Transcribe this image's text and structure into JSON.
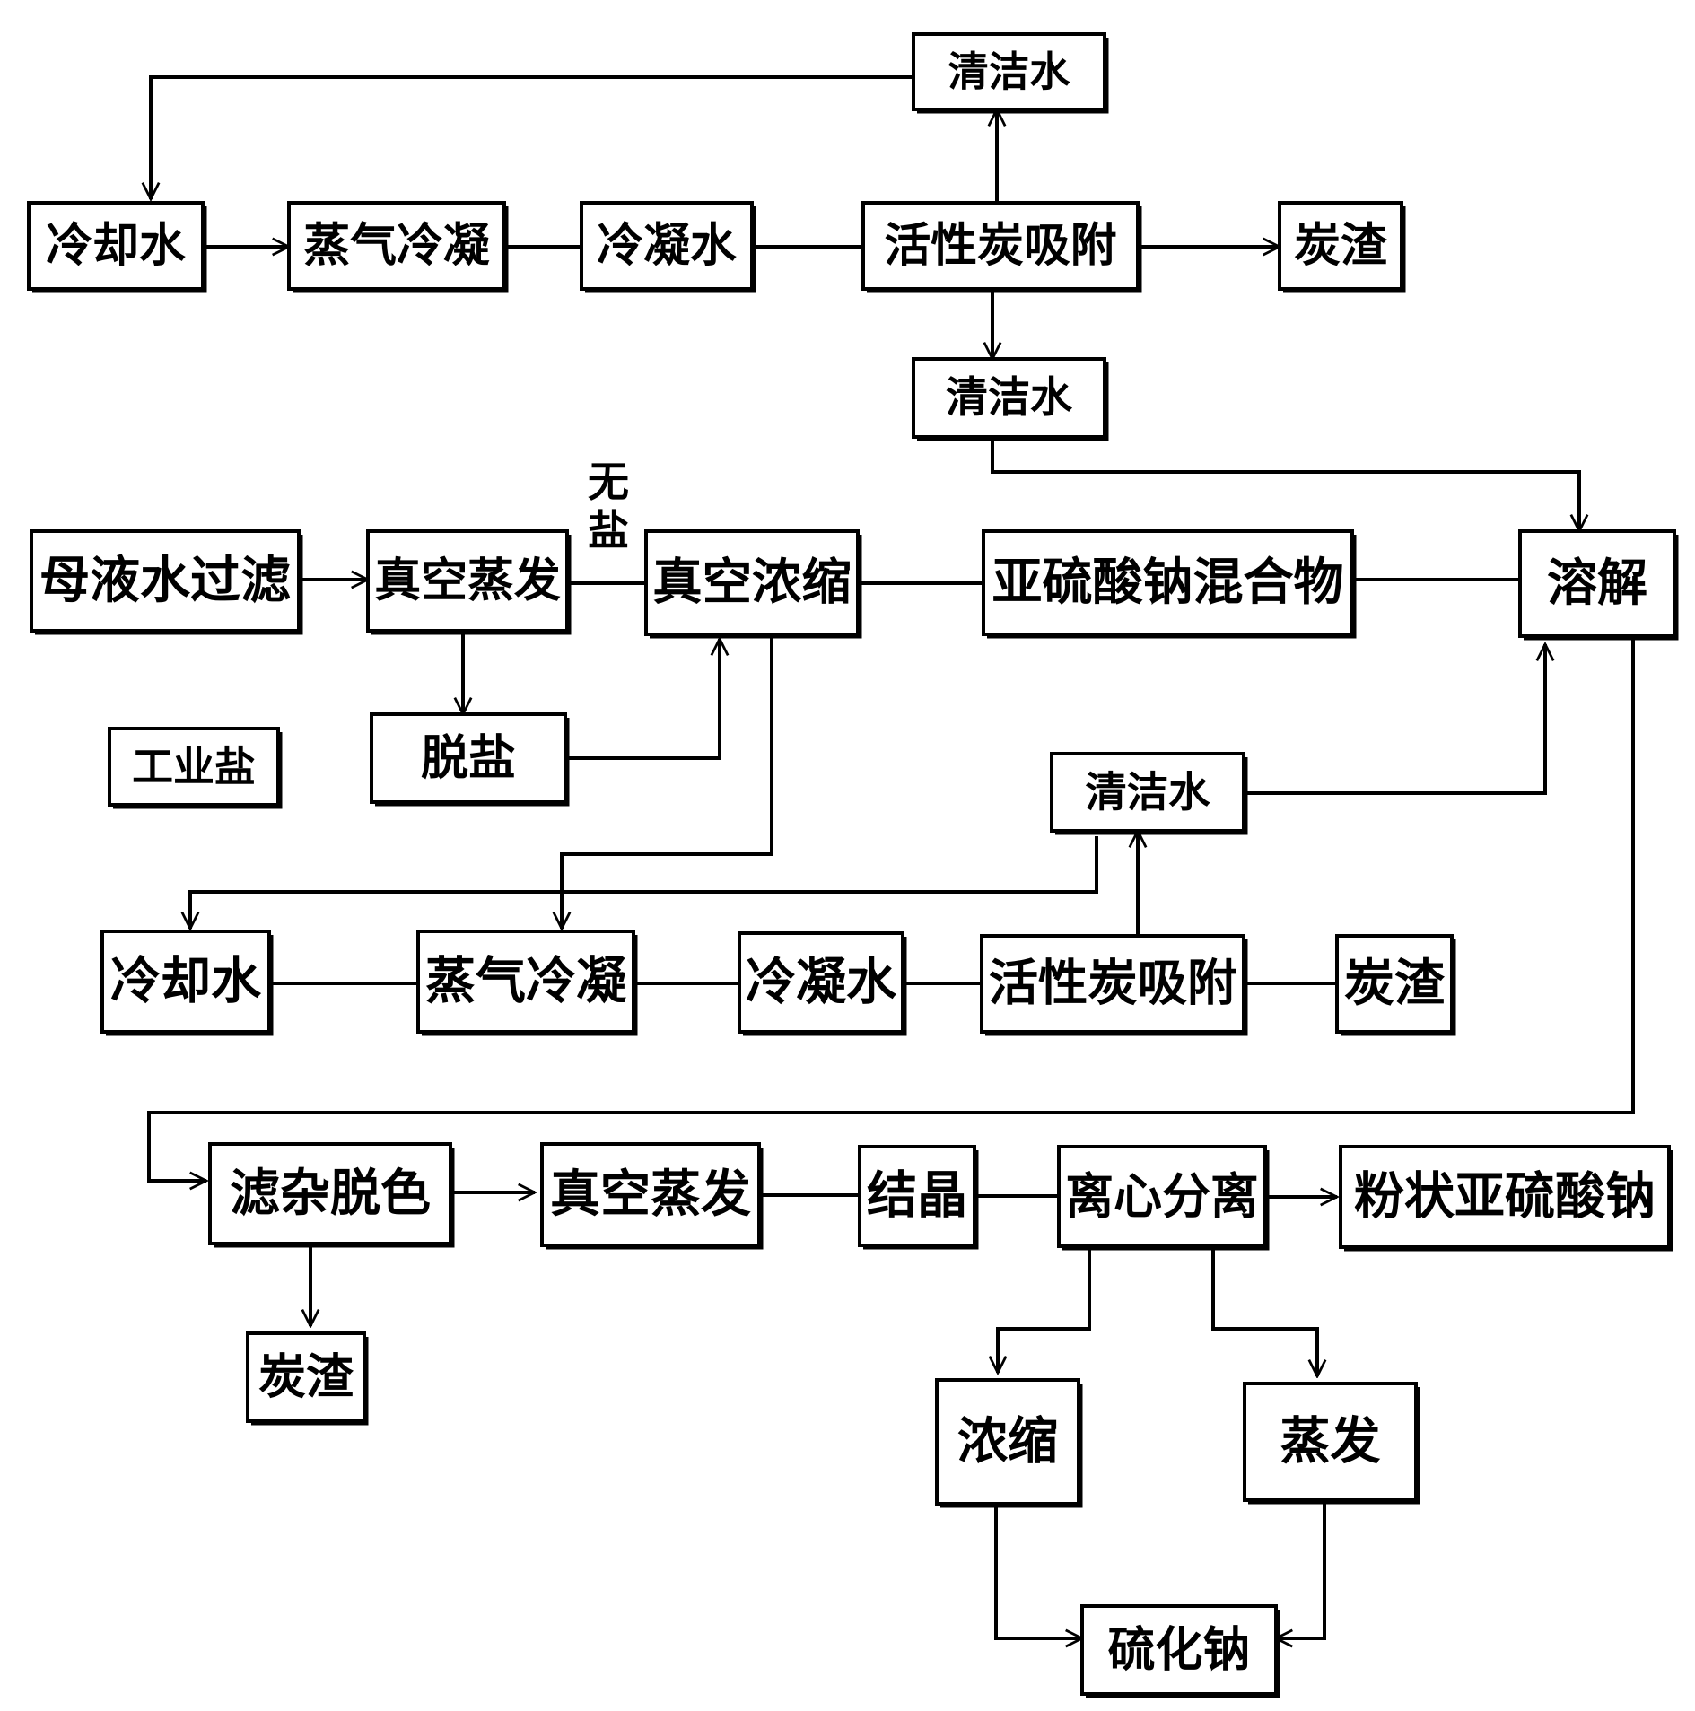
{
  "nodes": [
    {
      "id": "clean_water_top",
      "label": "清洁水"
    },
    {
      "id": "cooling_water_1",
      "label": "冷却水"
    },
    {
      "id": "steam_cond_1",
      "label": "蒸气冷凝"
    },
    {
      "id": "condensate_1",
      "label": "冷凝水"
    },
    {
      "id": "carbon_ads_1",
      "label": "活性炭吸附"
    },
    {
      "id": "carbon_residue_1",
      "label": "炭渣"
    },
    {
      "id": "clean_water_2",
      "label": "清洁水"
    },
    {
      "id": "mother_filter",
      "label": "母液水过滤"
    },
    {
      "id": "vac_evap_1",
      "label": "真空蒸发"
    },
    {
      "id": "vac_conc",
      "label": "真空浓缩"
    },
    {
      "id": "sulfite_mix",
      "label": "亚硫酸钠混合物"
    },
    {
      "id": "dissolve",
      "label": "溶解"
    },
    {
      "id": "industrial_salt",
      "label": "工业盐"
    },
    {
      "id": "desalt",
      "label": "脱盐"
    },
    {
      "id": "clean_water_3",
      "label": "清洁水"
    },
    {
      "id": "cooling_water_2",
      "label": "冷却水"
    },
    {
      "id": "steam_cond_2",
      "label": "蒸气冷凝"
    },
    {
      "id": "condensate_2",
      "label": "冷凝水"
    },
    {
      "id": "carbon_ads_2",
      "label": "活性炭吸附"
    },
    {
      "id": "carbon_residue_2",
      "label": "炭渣"
    },
    {
      "id": "filter_decolor",
      "label": "滤杂脱色"
    },
    {
      "id": "vac_evap_2",
      "label": "真空蒸发"
    },
    {
      "id": "crystallize",
      "label": "结晶"
    },
    {
      "id": "centrifuge",
      "label": "离心分离"
    },
    {
      "id": "powder_sulfite",
      "label": "粉状亚硫酸钠"
    },
    {
      "id": "carbon_residue_3",
      "label": "炭渣"
    },
    {
      "id": "concentrate",
      "label": "浓缩"
    },
    {
      "id": "evaporate",
      "label": "蒸发"
    },
    {
      "id": "sodium_sulfide",
      "label": "硫化钠"
    }
  ],
  "annotations": [
    {
      "id": "no_salt_1",
      "text": "无"
    },
    {
      "id": "no_salt_2",
      "text": "盐"
    }
  ],
  "edges": [
    {
      "from": "clean_water_top",
      "to": "cooling_water_1"
    },
    {
      "from": "cooling_water_1",
      "to": "steam_cond_1"
    },
    {
      "from": "steam_cond_1",
      "to": "condensate_1"
    },
    {
      "from": "condensate_1",
      "to": "carbon_ads_1"
    },
    {
      "from": "carbon_ads_1",
      "to": "clean_water_top"
    },
    {
      "from": "carbon_ads_1",
      "to": "carbon_residue_1"
    },
    {
      "from": "carbon_ads_1",
      "to": "clean_water_2"
    },
    {
      "from": "clean_water_2",
      "to": "dissolve"
    },
    {
      "from": "mother_filter",
      "to": "vac_evap_1"
    },
    {
      "from": "vac_evap_1",
      "to": "vac_conc"
    },
    {
      "from": "vac_evap_1",
      "to": "desalt"
    },
    {
      "from": "desalt",
      "to": "vac_conc"
    },
    {
      "from": "vac_conc",
      "to": "sulfite_mix"
    },
    {
      "from": "sulfite_mix",
      "to": "dissolve"
    },
    {
      "from": "vac_conc",
      "to": "steam_cond_2"
    },
    {
      "from": "clean_water_3",
      "to": "cooling_water_2"
    },
    {
      "from": "clean_water_3",
      "to": "dissolve"
    },
    {
      "from": "cooling_water_2",
      "to": "steam_cond_2"
    },
    {
      "from": "steam_cond_2",
      "to": "condensate_2"
    },
    {
      "from": "condensate_2",
      "to": "carbon_ads_2"
    },
    {
      "from": "carbon_ads_2",
      "to": "clean_water_3"
    },
    {
      "from": "carbon_ads_2",
      "to": "carbon_residue_2"
    },
    {
      "from": "dissolve",
      "to": "filter_decolor"
    },
    {
      "from": "filter_decolor",
      "to": "vac_evap_2"
    },
    {
      "from": "filter_decolor",
      "to": "carbon_residue_3"
    },
    {
      "from": "vac_evap_2",
      "to": "crystallize"
    },
    {
      "from": "crystallize",
      "to": "centrifuge"
    },
    {
      "from": "centrifuge",
      "to": "powder_sulfite"
    },
    {
      "from": "centrifuge",
      "to": "concentrate"
    },
    {
      "from": "centrifuge",
      "to": "evaporate"
    },
    {
      "from": "concentrate",
      "to": "sodium_sulfide"
    },
    {
      "from": "evaporate",
      "to": "sodium_sulfide"
    }
  ]
}
